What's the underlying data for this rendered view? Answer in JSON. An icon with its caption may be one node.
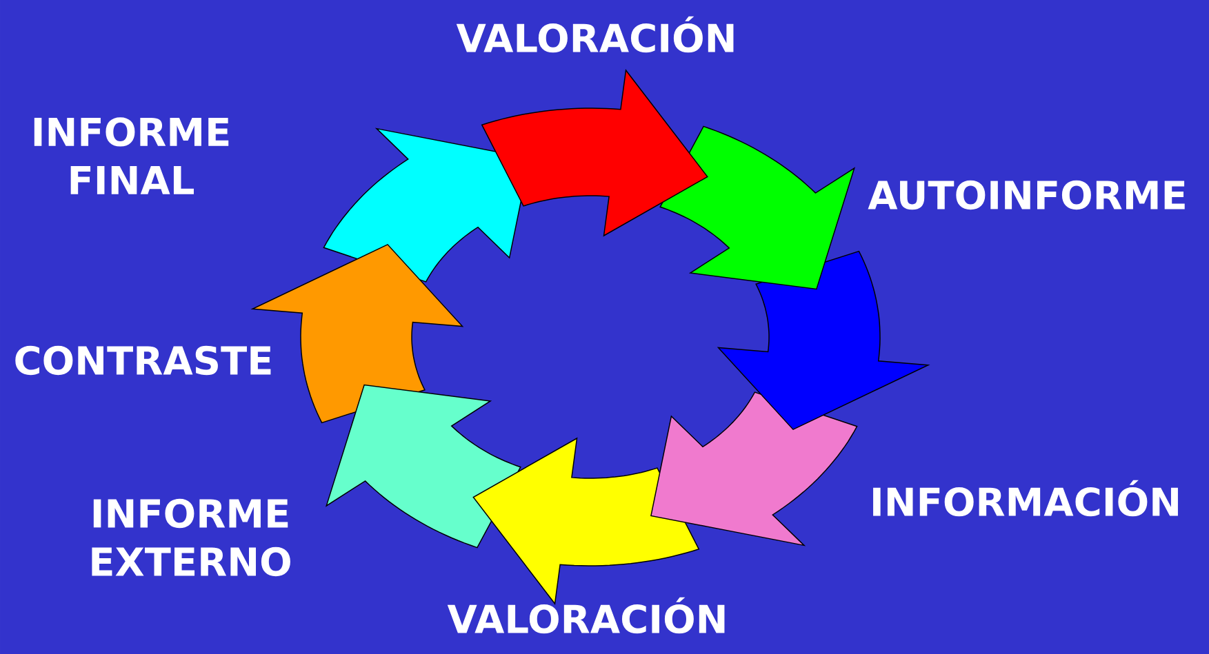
{
  "diagram": {
    "labels": [
      "VALORACIÓN",
      "INFORME FINAL",
      "AUTOINFORME",
      "CONTRASTE",
      "INFORMACIÓN",
      "INFORME EXTERNO",
      "VALORACIÓN"
    ]
  }
}
